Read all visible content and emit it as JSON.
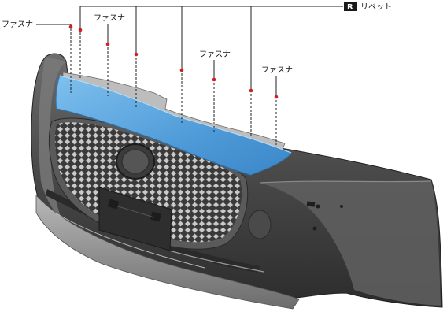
{
  "labels": {
    "fastener": "ファスナ",
    "rivet_badge": "R",
    "rivet": "リベット"
  },
  "colors": {
    "highlight": "#5aa7e0",
    "highlight_edge": "#2f7fc0",
    "marker": "#d01f1f",
    "bumper_dark": "#454545",
    "bumper_light": "#9a9a9a"
  }
}
